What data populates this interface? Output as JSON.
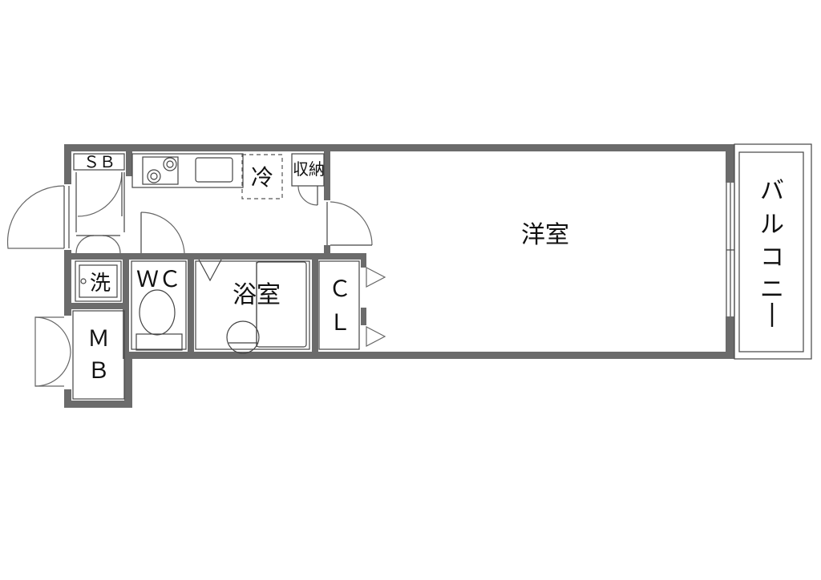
{
  "rooms": {
    "western_room": "洋室",
    "balcony_chars": [
      "バ",
      "ル",
      "コ",
      "ニ",
      "ー"
    ],
    "bathroom": "浴室",
    "toilet": "ＷＣ",
    "closet_line1": "Ｃ",
    "closet_line2": "Ｌ",
    "shoe_box": "ＳＢ",
    "refrigerator": "冷",
    "storage": "収納",
    "washer": "洗",
    "meter_box_line1": "Ｍ",
    "meter_box_line2": "Ｂ"
  },
  "colors": {
    "wall": "#6b6b6b",
    "line": "#555555",
    "background": "#ffffff"
  }
}
